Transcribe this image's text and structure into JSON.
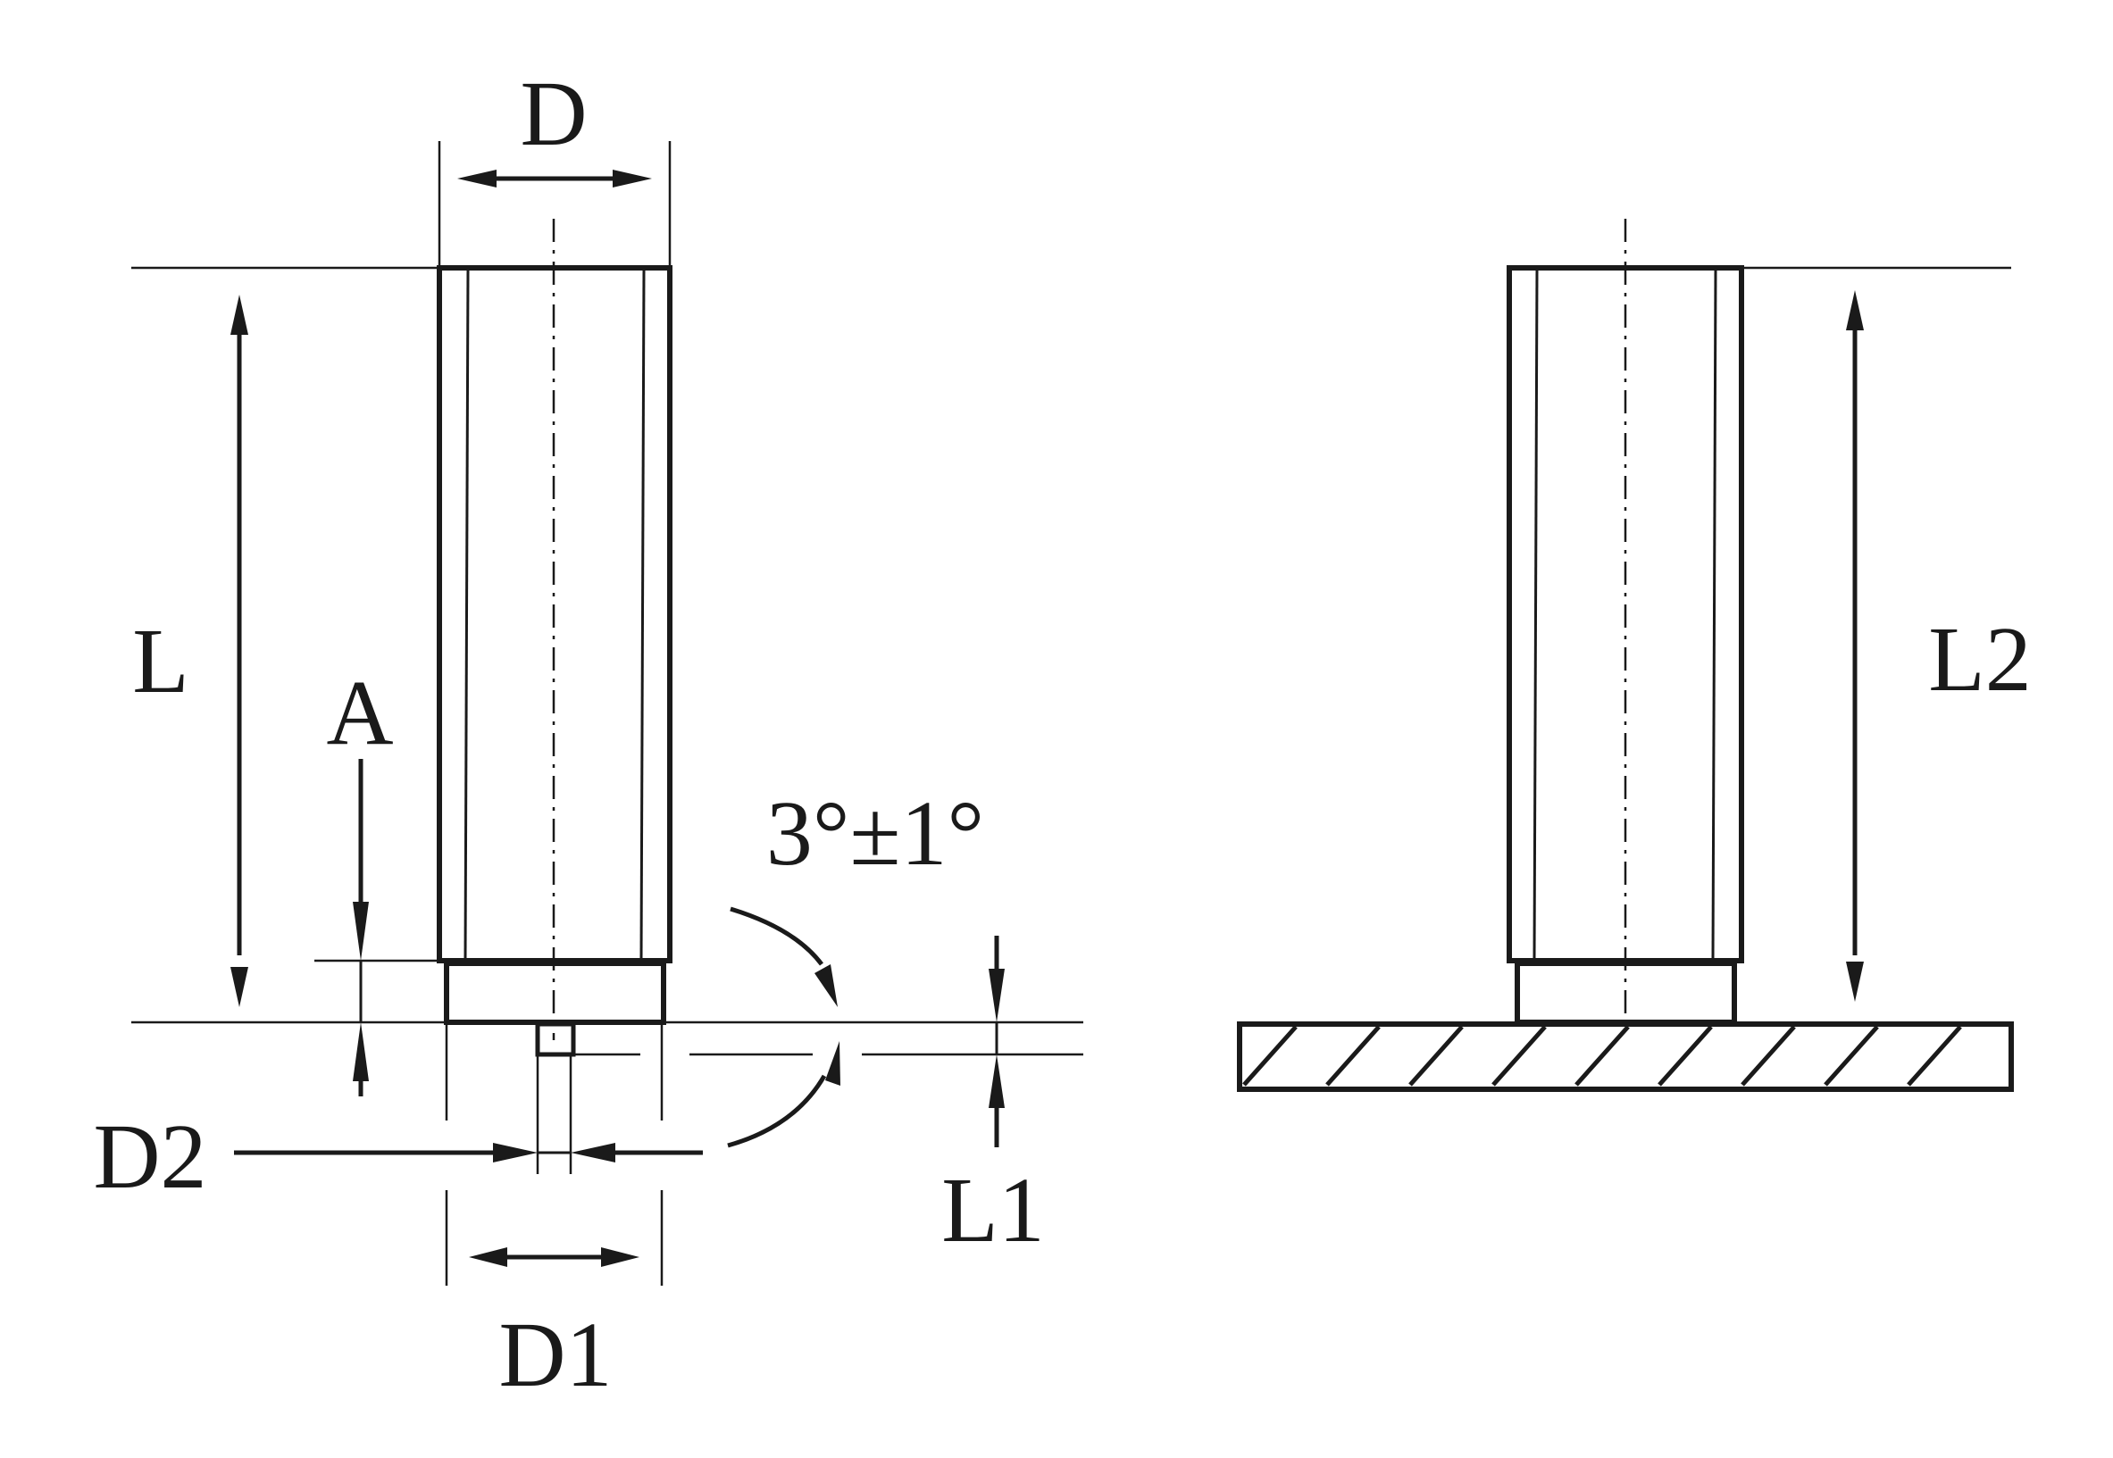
{
  "labels": {
    "d": "D",
    "l": "L",
    "a": "A",
    "angle": "3°±1°",
    "d2": "D2",
    "d1": "D1",
    "l1": "L1",
    "l2": "L2"
  },
  "colors": {
    "line": "#1a1a1a",
    "background": "#ffffff"
  }
}
